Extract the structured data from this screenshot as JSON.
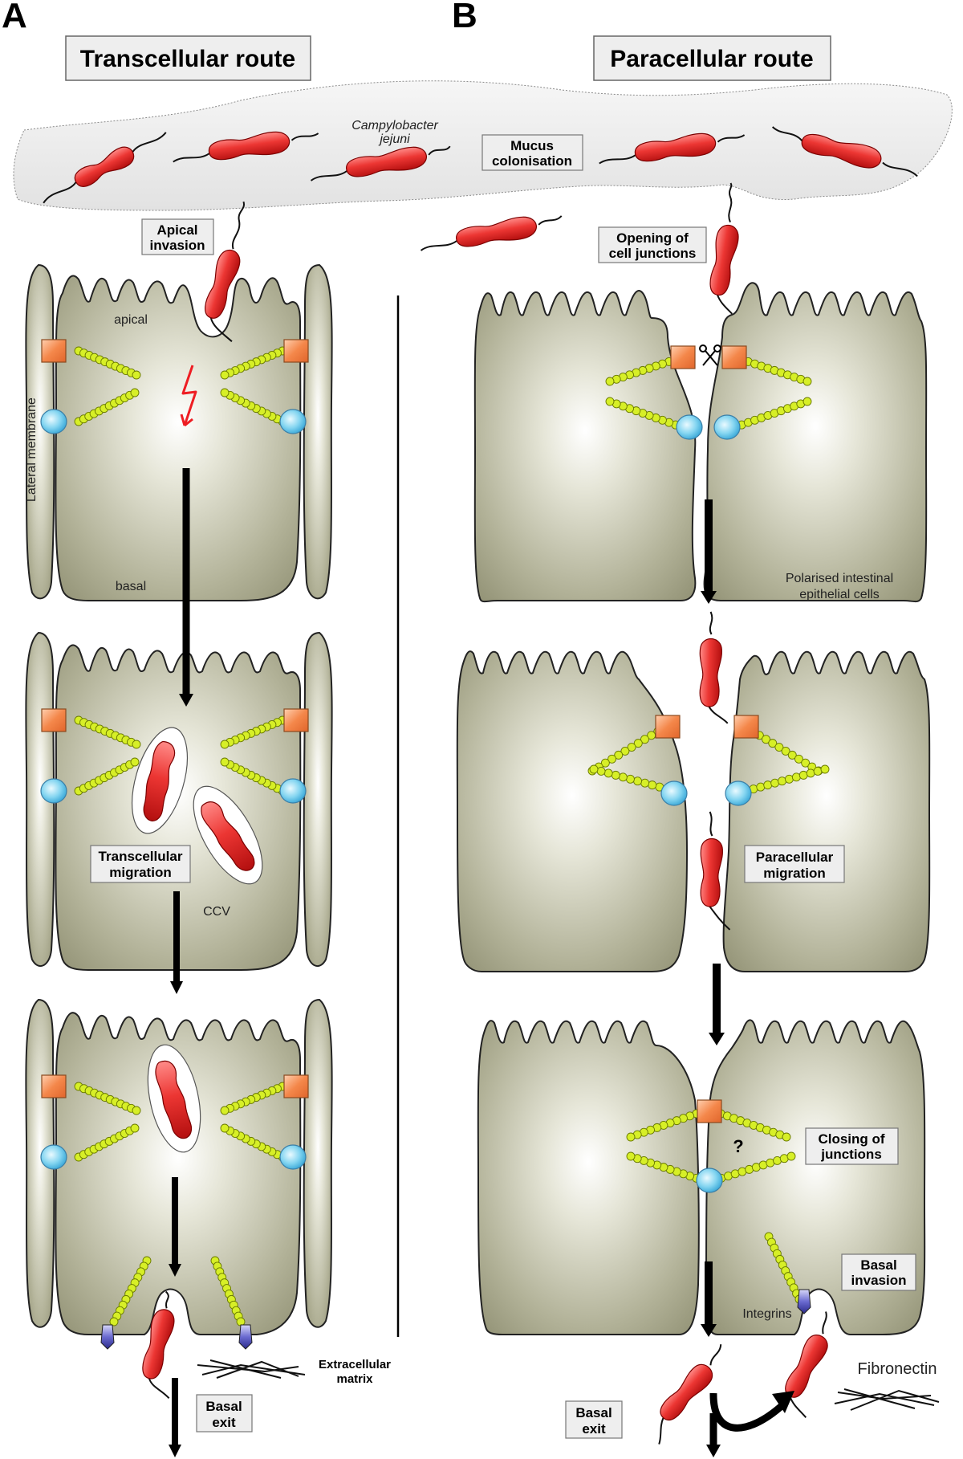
{
  "panels": {
    "a": {
      "letter": "A",
      "title": "Transcellular route"
    },
    "b": {
      "letter": "B",
      "title": "Paracellular route"
    }
  },
  "mucus": {
    "organism_line1": "Campylobacter",
    "organism_line2": "jejuni",
    "label_line1": "Mucus",
    "label_line2": "colonisation"
  },
  "transcellular": {
    "apical_invasion": [
      "Apical",
      "invasion"
    ],
    "apical": "apical",
    "lateral_membrane": "Lateral membrane",
    "basal": "basal",
    "migration": [
      "Transcellular",
      "migration"
    ],
    "ccv": "CCV",
    "ecm": [
      "Extracellular",
      "matrix"
    ],
    "basal_exit": [
      "Basal",
      "exit"
    ]
  },
  "paracellular": {
    "opening": [
      "Opening of",
      "cell junctions"
    ],
    "cells_label": [
      "Polarised intestinal",
      "epithelial cells"
    ],
    "migration": [
      "Paracellular",
      "migration"
    ],
    "closing": [
      "Closing of",
      "junctions"
    ],
    "question": "?",
    "basal_invasion": [
      "Basal",
      "invasion"
    ],
    "integrins": "Integrins",
    "fibronectin": "Fibronectin",
    "basal_exit": [
      "Basal",
      "exit"
    ]
  },
  "colors": {
    "cell_fill": "#a7a78a",
    "bacterium": "#e8312f",
    "tight_junction": "#f4874a",
    "adherens_junction": "#7fd3ef",
    "fibre_beads": "#d7ef27"
  }
}
